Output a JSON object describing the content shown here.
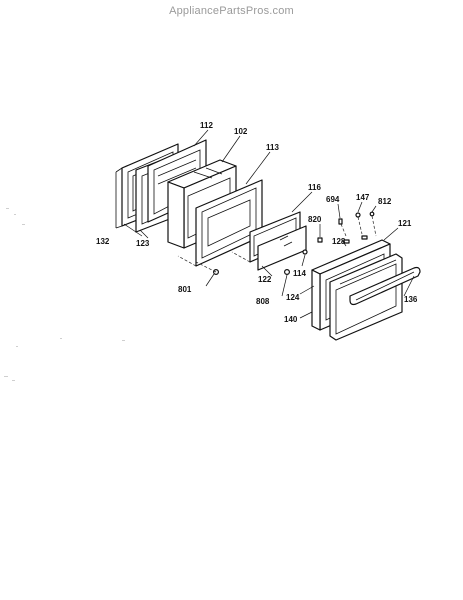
{
  "watermark": "AppliancePartsPros.com",
  "callouts": [
    {
      "id": "112",
      "text": "112"
    },
    {
      "id": "102",
      "text": "102"
    },
    {
      "id": "113",
      "text": "113"
    },
    {
      "id": "116",
      "text": "116"
    },
    {
      "id": "694",
      "text": "694"
    },
    {
      "id": "147",
      "text": "147"
    },
    {
      "id": "812",
      "text": "812"
    },
    {
      "id": "820",
      "text": "820"
    },
    {
      "id": "121",
      "text": "121"
    },
    {
      "id": "128",
      "text": "128"
    },
    {
      "id": "132",
      "text": "132"
    },
    {
      "id": "123",
      "text": "123"
    },
    {
      "id": "114",
      "text": "114"
    },
    {
      "id": "122",
      "text": "122"
    },
    {
      "id": "801",
      "text": "801"
    },
    {
      "id": "808",
      "text": "808"
    },
    {
      "id": "124",
      "text": "124"
    },
    {
      "id": "136",
      "text": "136"
    },
    {
      "id": "140",
      "text": "140"
    }
  ]
}
